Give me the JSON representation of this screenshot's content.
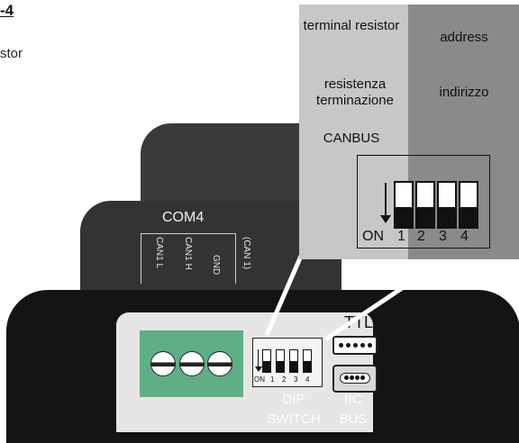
{
  "heading": "-4",
  "subtext": "stor",
  "com4": {
    "title": "COM4",
    "pins": [
      "CAN1 L",
      "CAN1 H",
      "GND"
    ],
    "bus_note": "(CAN 1)"
  },
  "dip_switch": {
    "caption_line1": "DIP",
    "caption_line2": "SWITCH",
    "on_label": "ON",
    "numbers": [
      "1",
      "2",
      "3",
      "4"
    ]
  },
  "ttl": {
    "label": "TTL"
  },
  "iic": {
    "caption_line1": "IIC",
    "caption_line2": "BUS"
  },
  "zoom": {
    "terminal_resistor_en": "terminal resistor",
    "terminal_resistor_it": "resistenza terminazione",
    "canbus": "CANBUS",
    "address_en": "address",
    "address_it": "indirizzo",
    "on_label": "ON",
    "numbers": [
      "1",
      "2",
      "3",
      "4"
    ]
  },
  "colors": {
    "terminal_block": "#5fae86",
    "panel": "#e6e6e6",
    "zoom_light": "#c7c7c7",
    "zoom_dark": "#8a8a8a"
  }
}
